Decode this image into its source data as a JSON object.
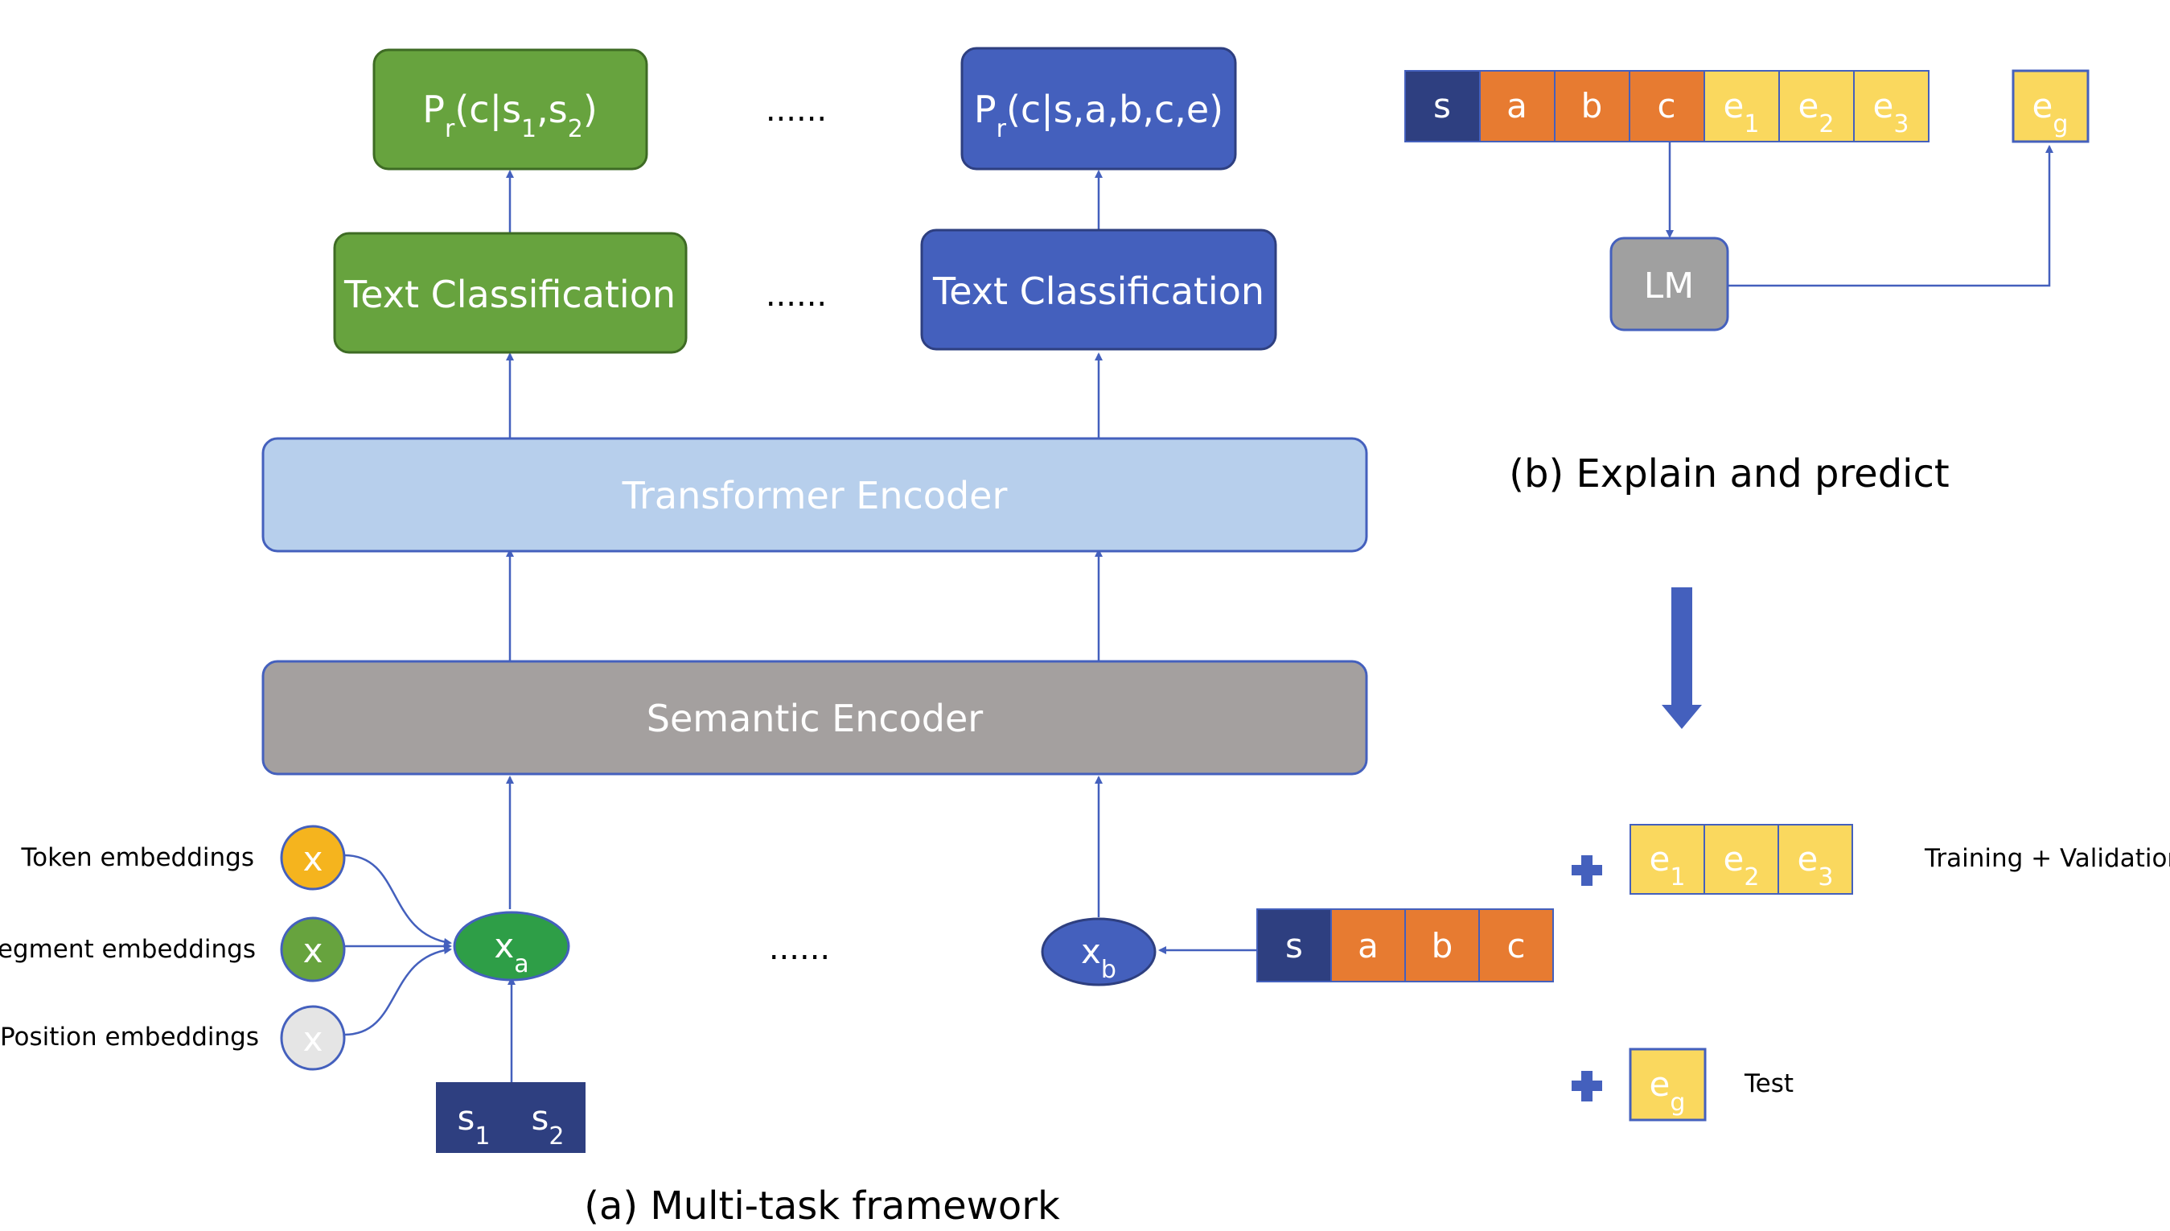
{
  "panel_a": {
    "caption": "(a) Multi-task framework",
    "outputs": [
      {
        "main": "P",
        "sub": "r",
        "rest_parts": [
          {
            "t": "(c|s",
            "sub": false
          },
          {
            "t": "1",
            "sub": true
          },
          {
            "t": ",s",
            "sub": false
          },
          {
            "t": "2",
            "sub": true
          },
          {
            "t": ")",
            "sub": false
          }
        ],
        "color": "#67A33E"
      },
      {
        "main": "P",
        "sub": "r",
        "rest_parts": [
          {
            "t": "(c|s,a,b,c,e)",
            "sub": false
          }
        ],
        "color": "#4460BD"
      }
    ],
    "output_ellipsis": "......",
    "classifier_label": "Text Classification",
    "classifier_ellipsis": "......",
    "transformer_label": "Transformer Encoder",
    "semantic_label": "Semantic Encoder",
    "embeddings": [
      {
        "label": "Token embeddings",
        "symbol": "x",
        "color": "#F5B41E"
      },
      {
        "label": "Segment embeddings",
        "symbol": "x",
        "color": "#67A33E"
      },
      {
        "label": "Position embeddings",
        "symbol": "x",
        "color": "#D9D9D9"
      }
    ],
    "xa": {
      "main": "x",
      "sub": "a"
    },
    "xb": {
      "main": "x",
      "sub": "b"
    },
    "input_ellipsis": "......",
    "s_tokens": [
      {
        "main": "s",
        "sub": "1"
      },
      {
        "main": "s",
        "sub": "2"
      }
    ],
    "sabc_tokens": [
      "s",
      "a",
      "b",
      "c"
    ]
  },
  "panel_b": {
    "caption": "(b) Explain and predict",
    "sequence": [
      {
        "main": "s",
        "sub": "",
        "color": "#2E3F80"
      },
      {
        "main": "a",
        "sub": "",
        "color": "#E77B31"
      },
      {
        "main": "b",
        "sub": "",
        "color": "#E77B31"
      },
      {
        "main": "c",
        "sub": "",
        "color": "#E77B31"
      },
      {
        "main": "e",
        "sub": "1",
        "color": "#FAD85E"
      },
      {
        "main": "e",
        "sub": "2",
        "color": "#FAD85E"
      },
      {
        "main": "e",
        "sub": "3",
        "color": "#FAD85E"
      }
    ],
    "eg": {
      "main": "e",
      "sub": "g"
    },
    "lm_label": "LM"
  },
  "legend": {
    "train_tokens": [
      {
        "main": "e",
        "sub": "1"
      },
      {
        "main": "e",
        "sub": "2"
      },
      {
        "main": "e",
        "sub": "3"
      }
    ],
    "train_label": "Training + Validation",
    "test_token": {
      "main": "e",
      "sub": "g"
    },
    "test_label": "Test"
  },
  "colors": {
    "green": "#67A33E",
    "blue": "#4460BD",
    "light_blue": "#B7CFEC",
    "gray": "#A4A09F",
    "navy": "#2E3F80",
    "orange": "#E77B31",
    "yellow": "#FAD85E",
    "lm_gray": "#A0A0A0",
    "arrow": "#4460BD"
  }
}
